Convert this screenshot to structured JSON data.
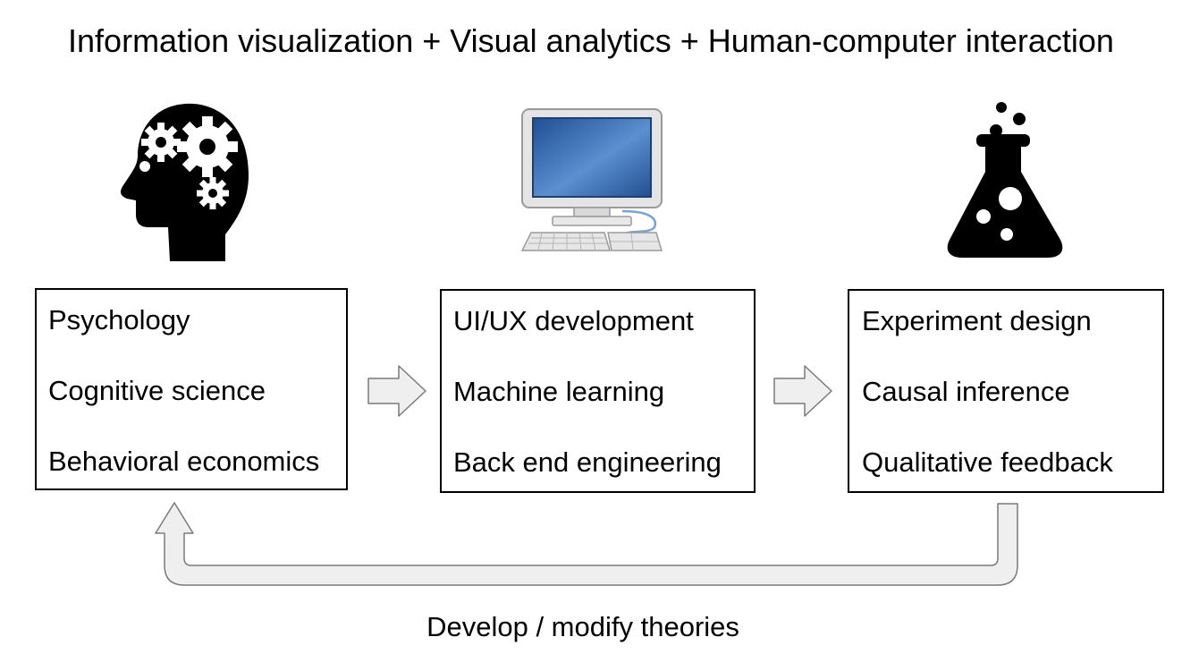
{
  "title": "Information visualization + Visual analytics + Human-computer interaction",
  "icons": {
    "left": "head-with-gears-icon",
    "middle": "desktop-computer-icon",
    "right": "flask-icon"
  },
  "boxes": [
    {
      "items": [
        "Psychology",
        "Cognitive science",
        "Behavioral economics"
      ]
    },
    {
      "items": [
        "UI/UX development",
        "Machine learning",
        "Back end engineering"
      ]
    },
    {
      "items": [
        "Experiment design",
        "Causal inference",
        "Qualitative feedback"
      ]
    }
  ],
  "caption": "Develop / modify theories",
  "colors": {
    "arrow_fill": "#efefef",
    "arrow_stroke": "#7a7a7a",
    "box_border": "#000000",
    "icon_fill": "#000000",
    "screen_blue": "#3f6fb0"
  }
}
